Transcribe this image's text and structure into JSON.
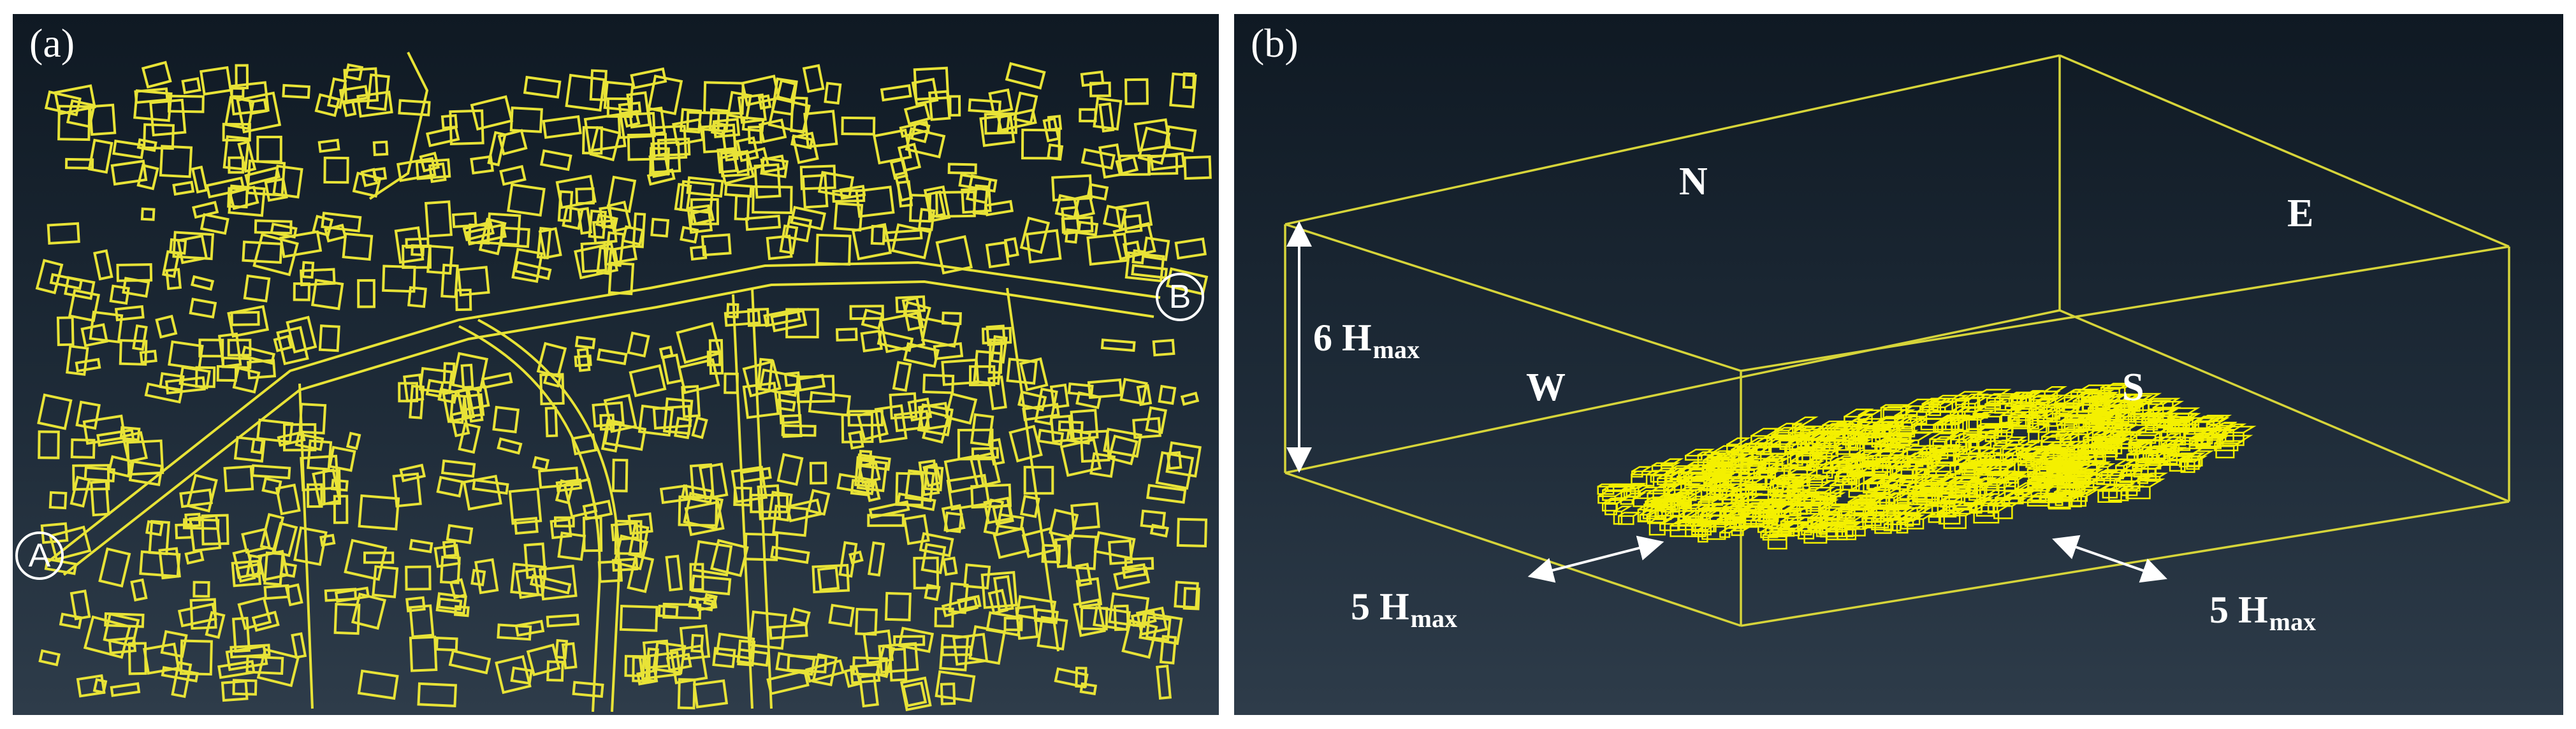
{
  "panels": {
    "a": {
      "label": "(a)",
      "point_start": "A",
      "point_end": "B"
    },
    "b": {
      "label": "(b)",
      "faces": {
        "north": "N",
        "east": "E",
        "west": "W",
        "south": "S"
      },
      "dims": {
        "height": {
          "value": "6 H",
          "sub": "max"
        },
        "left_gap": {
          "value": "5 H",
          "sub": "max"
        },
        "right_gap": {
          "value": "5 H",
          "sub": "max"
        }
      }
    }
  },
  "colors": {
    "building_outline": "#e8e337",
    "domain_edge": "#d6d43a",
    "arrow": "#ffffff",
    "text": "#ffffff"
  }
}
